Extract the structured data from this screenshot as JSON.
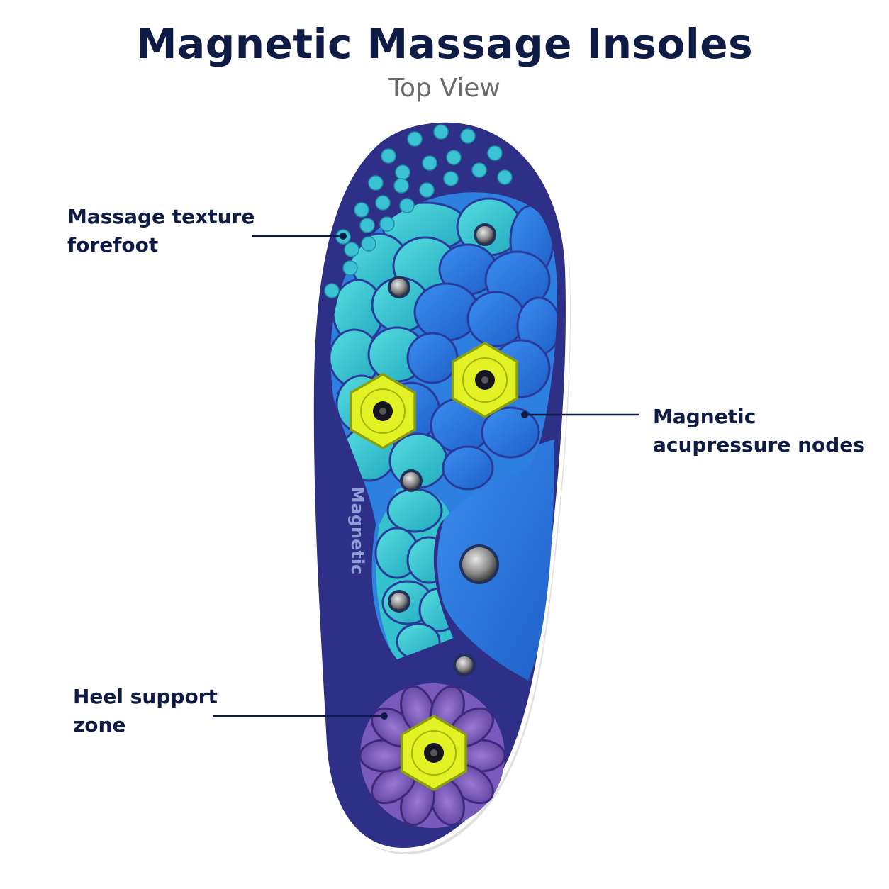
{
  "header": {
    "title": "Magnetic Massage Insoles",
    "subtitle": "Top View"
  },
  "callouts": [
    {
      "lines": [
        "Massage texture",
        "forefoot"
      ]
    },
    {
      "lines": [
        "Magnetic",
        "acupressure nodes"
      ]
    },
    {
      "lines": [
        "Heel support",
        "zone"
      ]
    }
  ],
  "insole": {
    "side_text": "Magnetic",
    "colors": {
      "base": "#2e2f86",
      "teal": "#34c3cc",
      "blue": "#2d7fe0",
      "purple": "#7a5bbd",
      "node": "#e2f224",
      "line": "#0d1b45"
    }
  }
}
